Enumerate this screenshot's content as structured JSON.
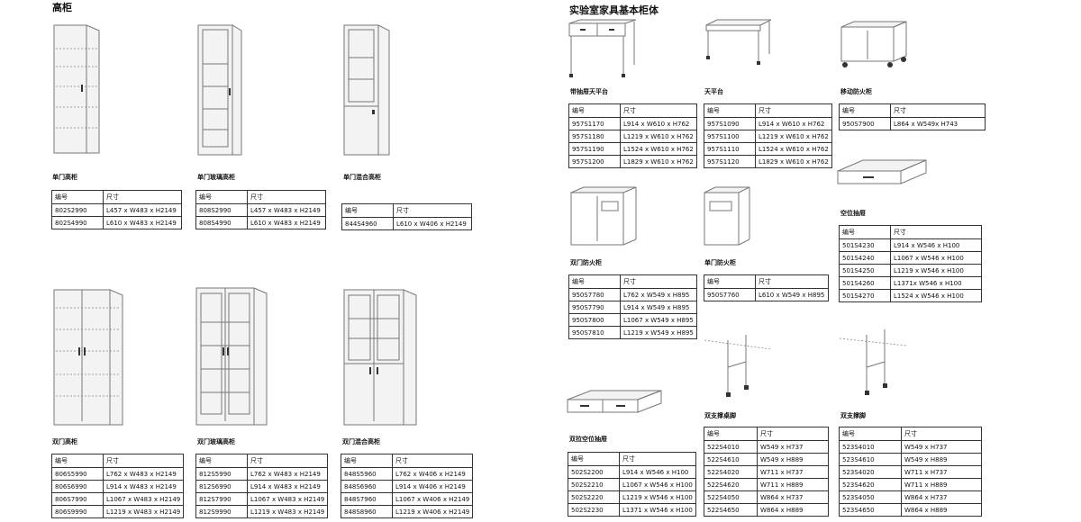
{
  "sections": {
    "tall_cabinets": "高柜",
    "base_cabinets": "实验室家具基本柜体"
  },
  "headers": {
    "code": "编号",
    "size": "尺寸"
  },
  "products": [
    {
      "name": "单门高柜",
      "rows": [
        [
          "802S2990",
          "L457 x W483 x H2149"
        ],
        [
          "802S4990",
          "L610 x W483 x H2149"
        ]
      ]
    },
    {
      "name": "单门玻璃高柜",
      "rows": [
        [
          "808S2990",
          "L457 x W483 x H2149"
        ],
        [
          "808S4990",
          "L610 x W483 x H2149"
        ]
      ]
    },
    {
      "name": "单门混合高柜",
      "rows": [
        [
          "844S4960",
          "L610 x W406 x H2149"
        ]
      ]
    },
    {
      "name": "双门高柜",
      "rows": [
        [
          "806S5990",
          "L762 x W483 x H2149"
        ],
        [
          "806S6990",
          "L914 x W483 x H2149"
        ],
        [
          "806S7990",
          "L1067 x W483 x H2149"
        ],
        [
          "806S9990",
          "L1219 x W483 x H2149"
        ]
      ]
    },
    {
      "name": "双门玻璃高柜",
      "rows": [
        [
          "812S5990",
          "L762 x W483 x H2149"
        ],
        [
          "812S6990",
          "L914 x W483 x H2149"
        ],
        [
          "812S7990",
          "L1067 x W483 x H2149"
        ],
        [
          "812S9990",
          "L1219 x W483 x H2149"
        ]
      ]
    },
    {
      "name": "双门混合高柜",
      "rows": [
        [
          "848S5960",
          "L762 x W406 x H2149"
        ],
        [
          "848S6960",
          "L914 x W406 x H2149"
        ],
        [
          "848S7960",
          "L1067 x W406 x H2149"
        ],
        [
          "848S8960",
          "L1219 x W406 x H2149"
        ]
      ]
    },
    {
      "name": "带抽屉天平台",
      "rows": [
        [
          "957S1170",
          "L914 x W610 x H762"
        ],
        [
          "957S1180",
          "L1219 x W610 x H762"
        ],
        [
          "957S1190",
          "L1524 x W610 x H762"
        ],
        [
          "957S1200",
          "L1829 x W610 x H762"
        ]
      ]
    },
    {
      "name": "天平台",
      "rows": [
        [
          "957S1090",
          "L914 x W610 x H762"
        ],
        [
          "957S1100",
          "L1219 x W610 x H762"
        ],
        [
          "957S1110",
          "L1524 x W610 x H762"
        ],
        [
          "957S1120",
          "L1829 x W610 x H762"
        ]
      ]
    },
    {
      "name": "移动防火柜",
      "rows": [
        [
          "950S7900",
          "L864 x W549x H743"
        ]
      ]
    },
    {
      "name": "双门防火柜",
      "rows": [
        [
          "950S7780",
          "L762 x W549 x H895"
        ],
        [
          "950S7790",
          "L914 x W549 x H895"
        ],
        [
          "950S7800",
          "L1067 x W549 x H895"
        ],
        [
          "950S7810",
          "L1219 x W549 x H895"
        ]
      ]
    },
    {
      "name": "单门防火柜",
      "rows": [
        [
          "950S7760",
          "L610 x W549 x H895"
        ]
      ]
    },
    {
      "name": "空位抽屉",
      "rows": [
        [
          "501S4230",
          "L914 x W546 x H100"
        ],
        [
          "501S4240",
          "L1067 x W546 x H100"
        ],
        [
          "501S4250",
          "L1219 x W546 x H100"
        ],
        [
          "501S4260",
          "L1371x W546 x H100"
        ],
        [
          "501S4270",
          "L1524 x W546 x H100"
        ]
      ]
    },
    {
      "name": "双拉空位抽屉",
      "rows": [
        [
          "502S2200",
          "L914 x W546 x H100"
        ],
        [
          "502S2210",
          "L1067 x W546 x H100"
        ],
        [
          "502S2220",
          "L1219 x W546 x H100"
        ],
        [
          "502S2230",
          "L1371 x W546 x H100"
        ]
      ]
    },
    {
      "name": "双支撑桌脚",
      "rows": [
        [
          "522S4010",
          "W549 x H737"
        ],
        [
          "522S4610",
          "W549 x H889"
        ],
        [
          "522S4020",
          "W711 x H737"
        ],
        [
          "522S4620",
          "W711 x H889"
        ],
        [
          "522S4050",
          "W864 x H737"
        ],
        [
          "522S4650",
          "W864 x H889"
        ]
      ]
    },
    {
      "name": "双支撑脚",
      "rows": [
        [
          "523S4010",
          "W549 x H737"
        ],
        [
          "523S4610",
          "W549 x H889"
        ],
        [
          "523S4020",
          "W711 x H737"
        ],
        [
          "523S4620",
          "W711 x H889"
        ],
        [
          "523S4050",
          "W864 x H737"
        ],
        [
          "523S4650",
          "W864 x H889"
        ]
      ]
    }
  ]
}
